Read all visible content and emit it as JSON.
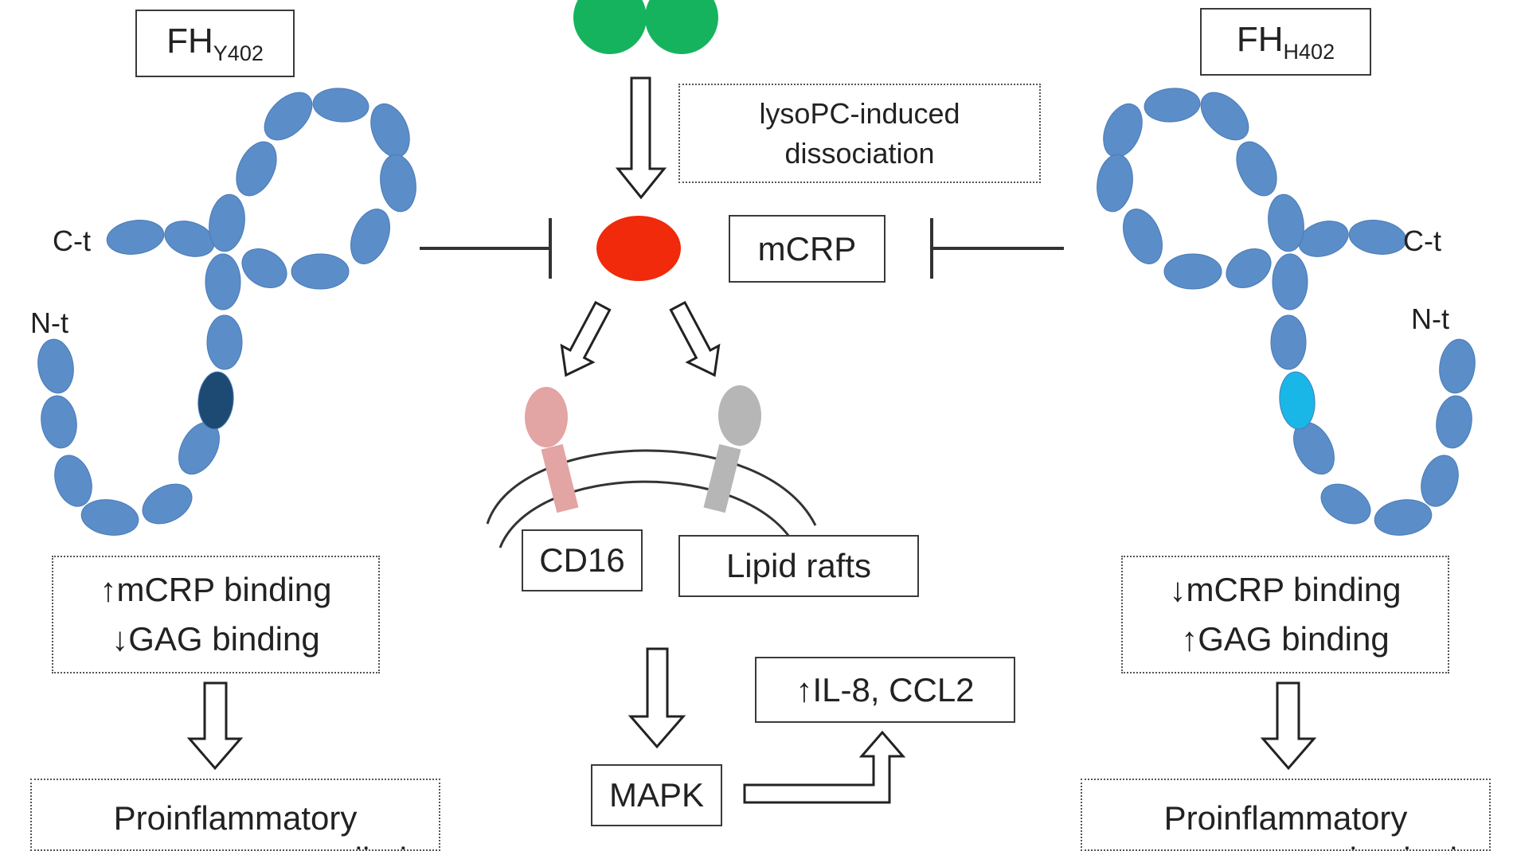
{
  "left_variant": {
    "name": "FH",
    "subscript": "Y402",
    "c_terminus": "C-t",
    "n_terminus": "N-t",
    "binding": [
      "↑mCRP binding",
      "↓GAG binding"
    ],
    "outcome_lines": [
      "Proinflammatory",
      "controlled"
    ],
    "variant_domain_color": "#1d4a73"
  },
  "right_variant": {
    "name": "FH",
    "subscript": "H402",
    "c_terminus": "C-t",
    "n_terminus": "N-t",
    "binding": [
      "↓mCRP binding",
      "↑GAG binding"
    ],
    "outcome_lines": [
      "Proinflammatory",
      "unchecked"
    ],
    "variant_domain_color": "#19b7e8"
  },
  "center": {
    "dissociation_label": [
      "lysoPC-induced",
      "dissociation"
    ],
    "mcrp_label": "mCRP",
    "receptor_label": "CD16",
    "rafts_label": "Lipid rafts",
    "pathway_label": "MAPK",
    "output_label": "↑IL-8, CCL2"
  },
  "colors": {
    "domain": "#5b8dc8",
    "domain_stroke": "#4a7bb7",
    "pentamer": "#16b35e",
    "mcrp": "#f02a0a",
    "cd16": "#e3a4a4",
    "raft_receptor": "#b6b6b6"
  }
}
